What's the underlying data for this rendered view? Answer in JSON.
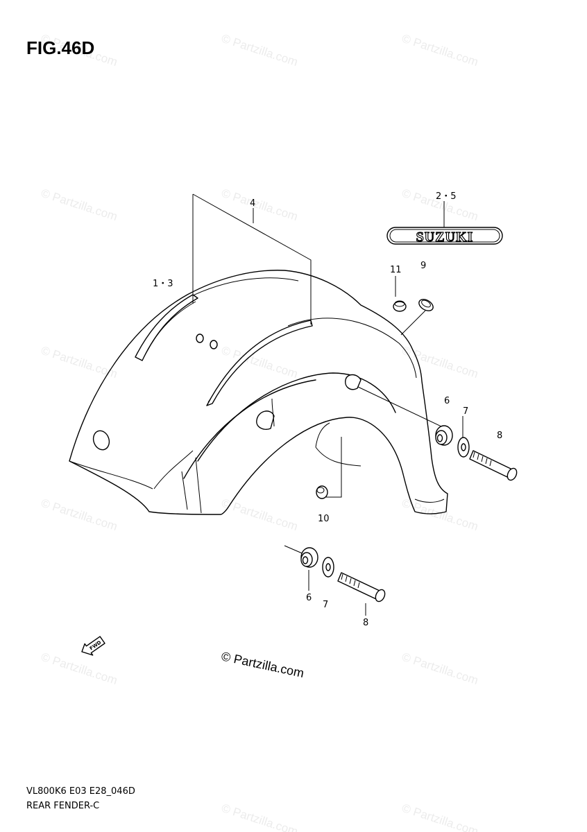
{
  "figure": {
    "title": "FIG.46D",
    "code": "VL800K6 E03 E28_046D",
    "caption": "REAR FENDER-C"
  },
  "emblem_text": "SUZUKI",
  "arrow_label": "FWD",
  "copyright": "© Partzilla.com",
  "watermark": "© Partzilla.com",
  "callouts": {
    "p4": "4",
    "p13": "1・3",
    "p25": "2・5",
    "p11": "11",
    "p9": "9",
    "p6a": "6",
    "p7a": "7",
    "p8a": "8",
    "p10": "10",
    "p6b": "6",
    "p7b": "7",
    "p8b": "8"
  }
}
